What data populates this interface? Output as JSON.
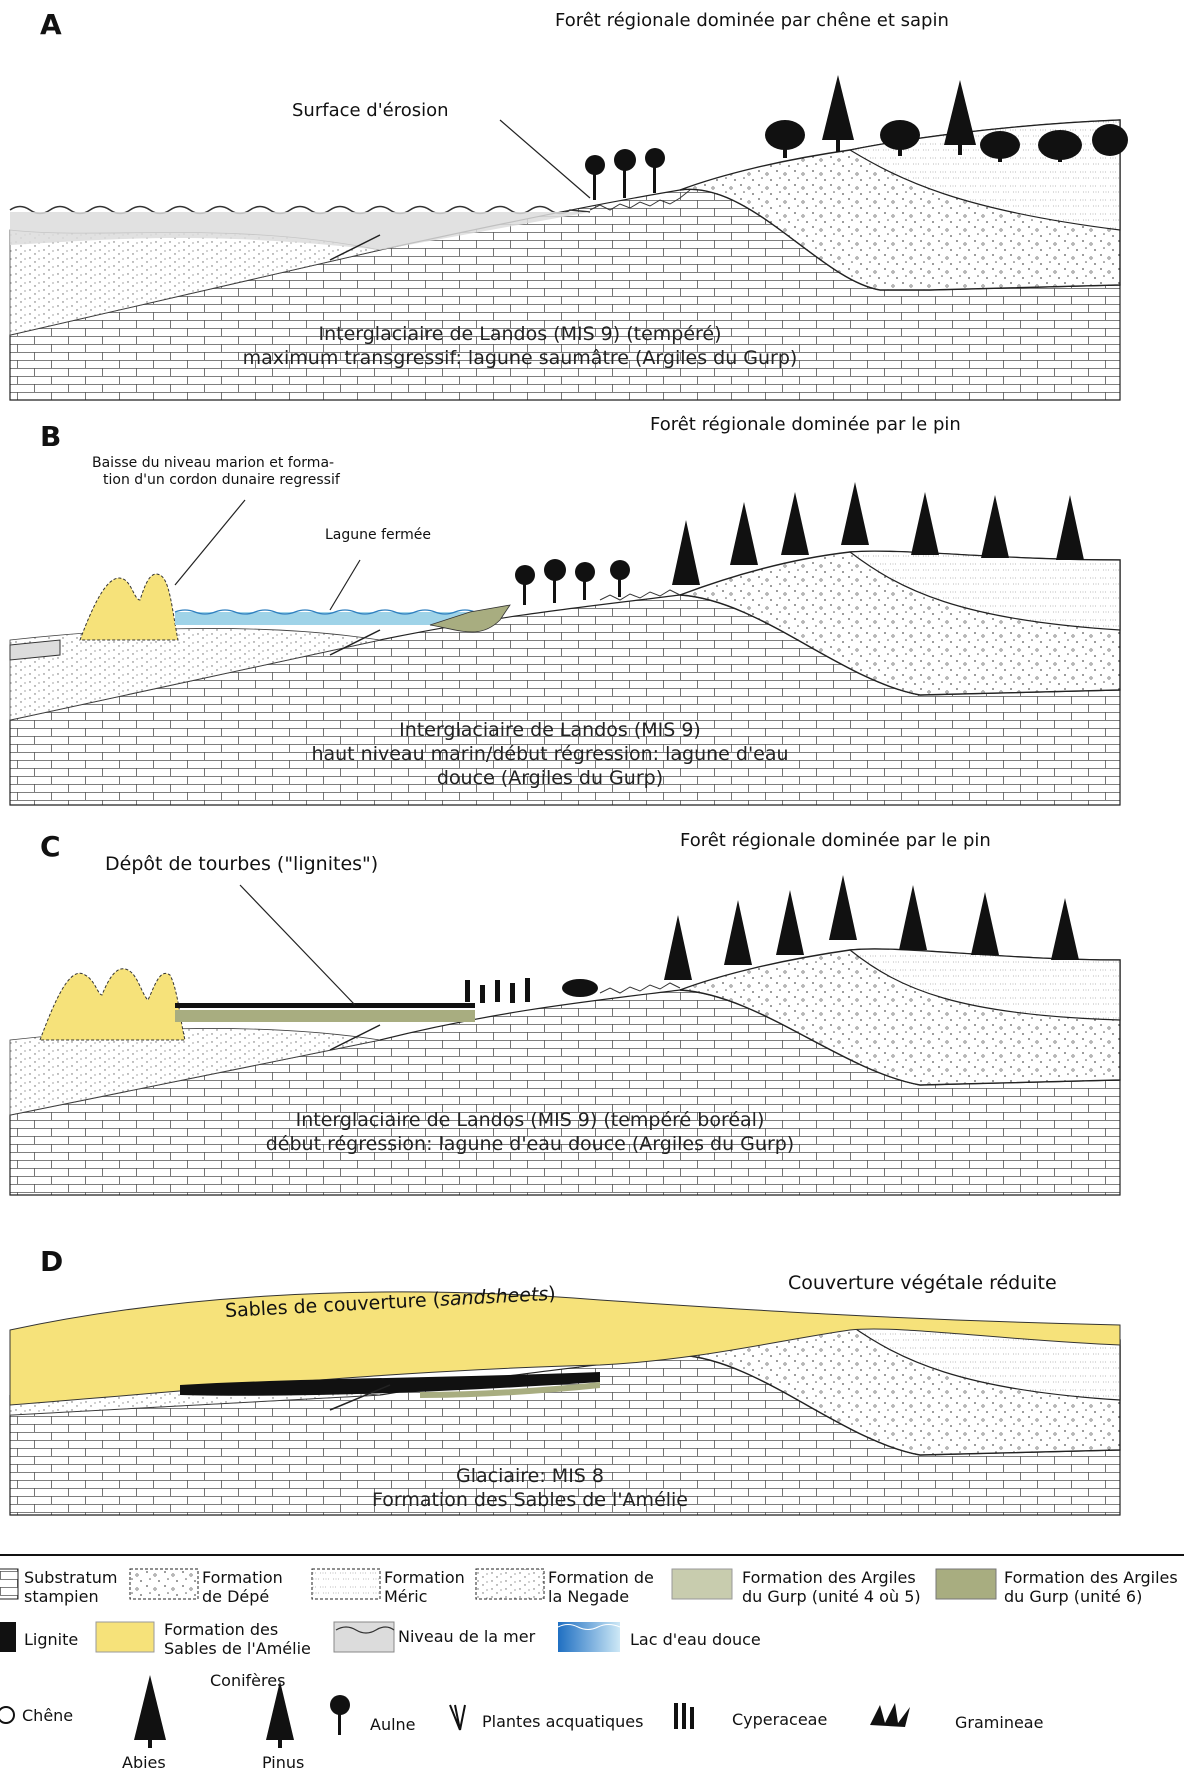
{
  "panels": [
    {
      "letter": "A",
      "forest": "Forêt régionale dominée par chêne et sapin",
      "annotations": [
        "Surface d'érosion"
      ],
      "caption_line1": "Interglaciaire de Landos (MIS 9) (tempéré)",
      "caption_line2": "maximum transgressif: lagune saumâtre (Argiles du Gurp)"
    },
    {
      "letter": "B",
      "forest": "Forêt régionale dominée par le pin",
      "annotations": [
        "Baisse du niveau marion et forma-",
        "tion d'un cordon dunaire regressif",
        "Lagune fermée"
      ],
      "caption_line1": "Interglaciaire de Landos (MIS 9)",
      "caption_line2": "haut niveau marin/début régression: lagune d'eau",
      "caption_line3": "douce (Argiles du Gurp)"
    },
    {
      "letter": "C",
      "forest": "Forêt régionale dominée par le pin",
      "annotations": [
        "Dépôt de tourbes (\"lignites\")"
      ],
      "caption_line1": "Interglaciaire de Landos (MIS 9) (tempéré boréal)",
      "caption_line2": "début régression: lagune d'eau douce (Argiles du Gurp)"
    },
    {
      "letter": "D",
      "forest": "Couverture végétale réduite",
      "annotations": [
        "Sables de couverture (",
        "sandsheets",
        ")"
      ],
      "caption_line1": "Glaciaire: MIS 8",
      "caption_line2": "Formation des Sables de l'Amélie"
    }
  ],
  "legend": {
    "row1": [
      {
        "l1": "Substratum",
        "l2": "stampien"
      },
      {
        "l1": "Formation",
        "l2": "de Dépé"
      },
      {
        "l1": "Formation",
        "l2": "Méric"
      },
      {
        "l1": "Formation de",
        "l2": "la Negade"
      },
      {
        "l1": "Formation des Argiles",
        "l2": "du Gurp (unité 4 où 5)"
      },
      {
        "l1": "Formation des Argiles",
        "l2": "du Gurp (unité 6)"
      }
    ],
    "row2": [
      {
        "l1": "Lignite"
      },
      {
        "l1": "Formation des",
        "l2": "Sables de l'Amélie"
      },
      {
        "l1": "Niveau de la mer"
      },
      {
        "l1": "Lac d'eau douce"
      }
    ],
    "row3": {
      "chene": "Chêne",
      "coniferes": "Conifères",
      "abies": "Abies",
      "pinus": "Pinus",
      "aulne": "Aulne",
      "plantes": "Plantes acquatiques",
      "cyperaceae": "Cyperaceae",
      "gramineae": "Gramineae"
    }
  },
  "colors": {
    "yellow": "#f6e27a",
    "sea": "#dcdcdc",
    "lake": "#9fd3e8",
    "gurp45": "#c8ccae",
    "gurp6": "#a8ad80",
    "lignite": "#111111"
  }
}
